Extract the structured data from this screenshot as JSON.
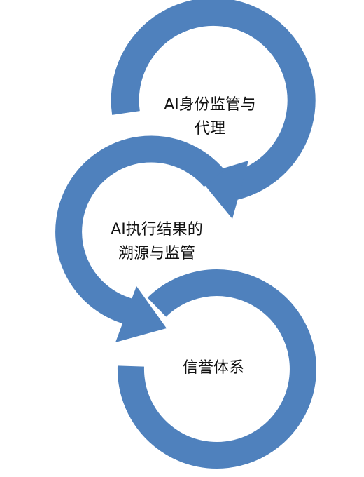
{
  "diagram": {
    "rings": [
      {
        "label_lines": [
          "AI身份监管与",
          "代理"
        ]
      },
      {
        "label_lines": [
          "AI执行结果的",
          "溯源与监管"
        ]
      },
      {
        "label_lines": [
          "信誉体系"
        ]
      }
    ],
    "ring_color": "#4f81bd"
  }
}
